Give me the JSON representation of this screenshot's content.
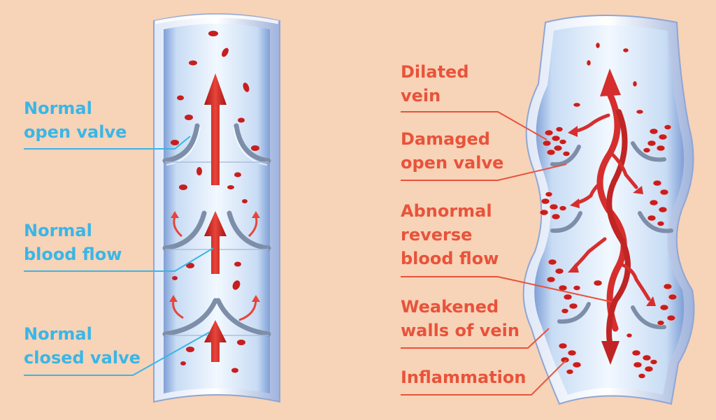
{
  "colors": {
    "background": "#f7d3b8",
    "left_label": "#3ab6e6",
    "right_label": "#e8533a",
    "blood": "#c81e1e",
    "vein_wall": "#8faad8",
    "vein_inner": "#dbe9f8"
  },
  "left_labels": [
    {
      "line1": "Normal",
      "line2": "open valve"
    },
    {
      "line1": "Normal",
      "line2": "blood flow"
    },
    {
      "line1": "Normal",
      "line2": "closed valve"
    }
  ],
  "right_labels": {
    "dilated": [
      "Dilated",
      "vein"
    ],
    "damaged": [
      "Damaged",
      "open valve"
    ],
    "abnormal": [
      "Abnormal",
      "reverse",
      "blood flow"
    ],
    "weakened": [
      "Weakened",
      "walls of vein"
    ],
    "inflammation": [
      "Inflammation"
    ]
  }
}
